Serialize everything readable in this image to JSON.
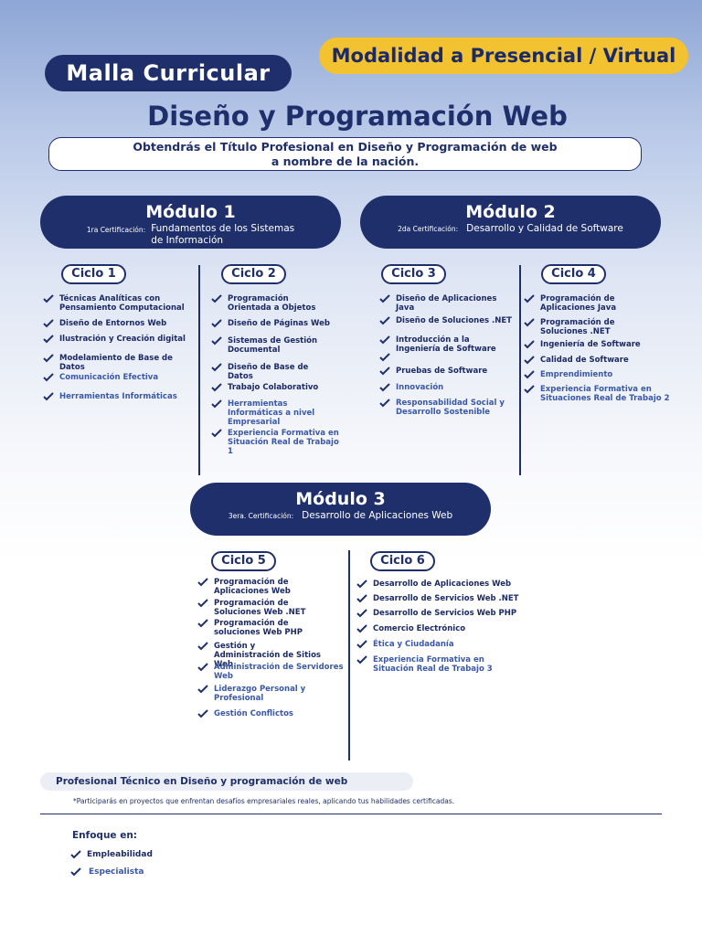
{
  "header": {
    "malla": "Malla Curricular",
    "modalidad": "Modalidad a Presencial / Virtual",
    "title": "Diseño y Programación Web",
    "subtitle_line1": "Obtendrás el Título Profesional en Diseño y Programación de web",
    "subtitle_line2": "a nombre de la nación."
  },
  "modules": [
    {
      "title": "Módulo 1",
      "cert_label": "1ra Certificación:",
      "cert_line1": "Fundamentos de los Sistemas",
      "cert_line2": "de Información"
    },
    {
      "title": "Módulo 2",
      "cert_label": "2da Certificación:",
      "cert_line1": "Desarrollo y Calidad de Software",
      "cert_line2": ""
    },
    {
      "title": "Módulo 3",
      "cert_label": "3era. Certificación:",
      "cert_line1": "Desarrollo de Aplicaciones Web",
      "cert_line2": ""
    }
  ],
  "cycles": [
    {
      "name": "Ciclo 1",
      "items": [
        "Técnicas Analíticas con Pensamiento Computacional",
        "Diseño de Entornos Web",
        "Ilustración y Creación digital",
        "Modelamiento de Base de Datos",
        "Comunicación Efectiva",
        "Herramientas Informáticas"
      ]
    },
    {
      "name": "Ciclo 2",
      "items": [
        "Programación Orientada a Objetos",
        "Diseño de Páginas Web",
        "Sistemas de Gestión Documental",
        "Diseño de Base de Datos",
        "Trabajo Colaborativo",
        "Herramientas Informáticas a nivel Empresarial",
        "Experiencia Formativa en Situación Real de Trabajo 1"
      ]
    },
    {
      "name": "Ciclo 3",
      "items": [
        "Diseño de Aplicaciones Java",
        "Diseño de Soluciones .NET",
        "Introducción a la Ingeniería de Software",
        "",
        "Pruebas de Software",
        "Innovación",
        "Responsabilidad Social y Desarrollo Sostenible"
      ]
    },
    {
      "name": "Ciclo 4",
      "items": [
        "Programación de Aplicaciones Java",
        "Programación de Soluciones .NET",
        "Ingeniería de Software",
        "Calidad de Software",
        "Emprendimiento",
        "Experiencia Formativa en Situaciones Real de Trabajo 2"
      ]
    },
    {
      "name": "Ciclo 5",
      "items": [
        "Programación de Aplicaciones Web",
        "Programación de Soluciones Web .NET",
        "Programación de soluciones Web PHP",
        "Gestión y Administración de Sitios Web",
        "Administración de Servidores Web",
        "Liderazgo Personal y Profesional",
        "Gestión Conflictos"
      ]
    },
    {
      "name": "Ciclo 6",
      "items": [
        "Desarrollo de Aplicaciones Web",
        "Desarrollo de Servicios Web .NET",
        "Desarrollo de Servicios Web PHP",
        "Comercio Electrónico",
        "Ética y Ciudadanía",
        "Experiencia Formativa en Situación Real de Trabajo 3"
      ]
    }
  ],
  "footer": {
    "profesional": "Profesional Técnico en Diseño y programación de web",
    "note": "*Participarás en proyectos que enfrentan desafíos empresariales reales, aplicando tus habilidades certificadas.",
    "enfoque_title": "Enfoque en:",
    "enfoque_items": [
      "Empleabilidad",
      "Especialista"
    ]
  },
  "colors": {
    "navy": "#1f2f6b",
    "yellow": "#f2c230",
    "accent_blue": "#3a58a8"
  }
}
